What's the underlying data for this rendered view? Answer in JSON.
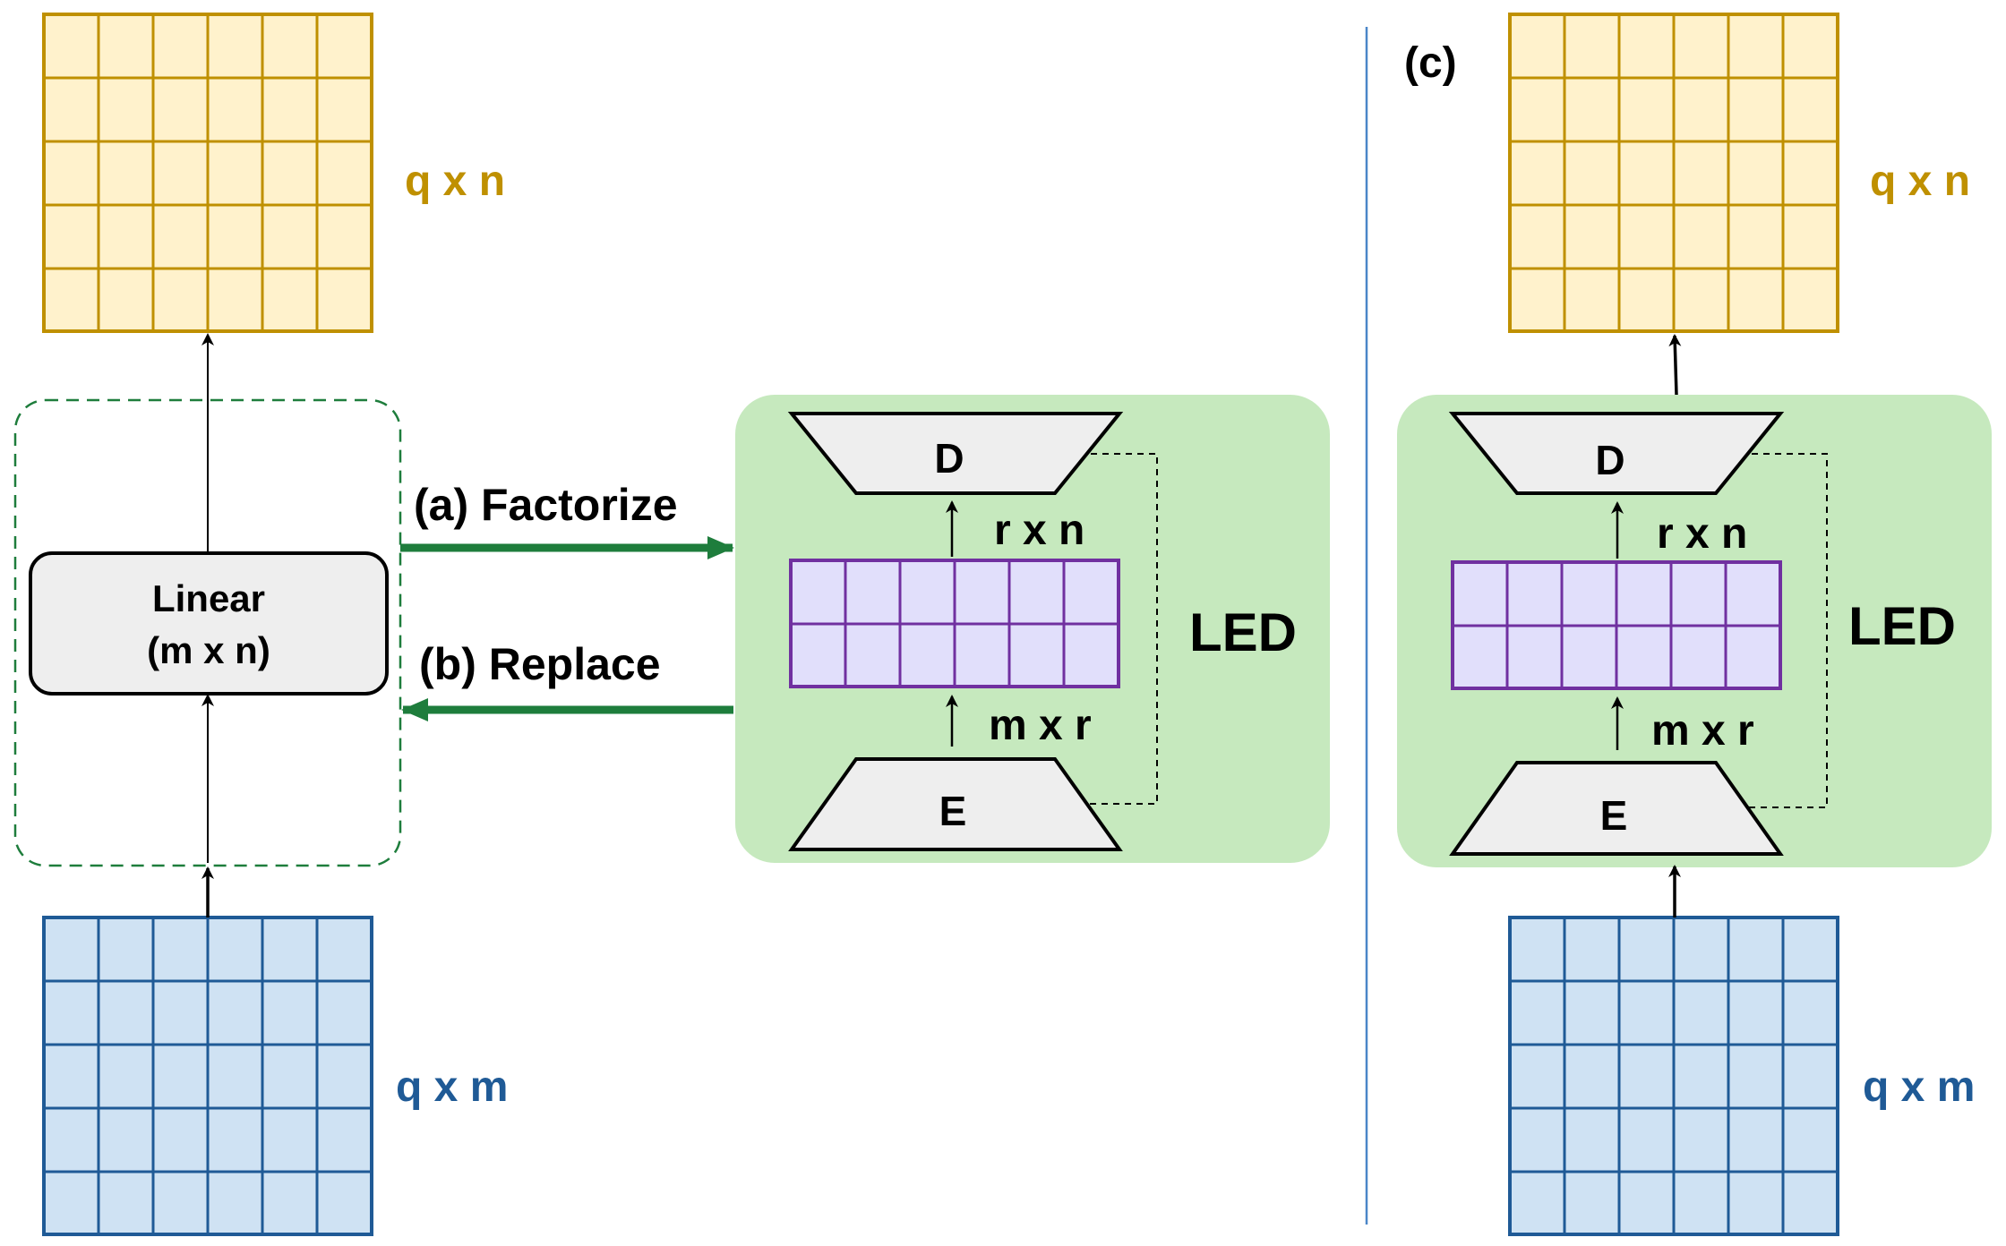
{
  "colors": {
    "output_fill": "#fff2cc",
    "output_stroke": "#bf9000",
    "input_fill": "#cfe2f3",
    "input_stroke": "#1f5a96",
    "latent_fill": "#e1dffb",
    "latent_stroke": "#7030a0",
    "led_panel": "#c6e9be",
    "arrow_green": "#1e7d3c",
    "divider": "#4a86c8",
    "box_fill": "#eeeeee"
  },
  "left": {
    "output_label": "q x n",
    "input_label": "q x m",
    "linear_line1": "Linear",
    "linear_line2": "(m x n)",
    "factorize_label": "(a) Factorize",
    "replace_label": "(b) Replace",
    "decoder_label": "D",
    "encoder_label": "E",
    "upper_dim_label": "r x n",
    "lower_dim_label": "m x r",
    "led_label": "LED"
  },
  "right": {
    "panel_tag": "(c)",
    "output_label": "q x n",
    "input_label": "q x m",
    "decoder_label": "D",
    "encoder_label": "E",
    "upper_dim_label": "r x n",
    "lower_dim_label": "m x r",
    "led_label": "LED"
  }
}
